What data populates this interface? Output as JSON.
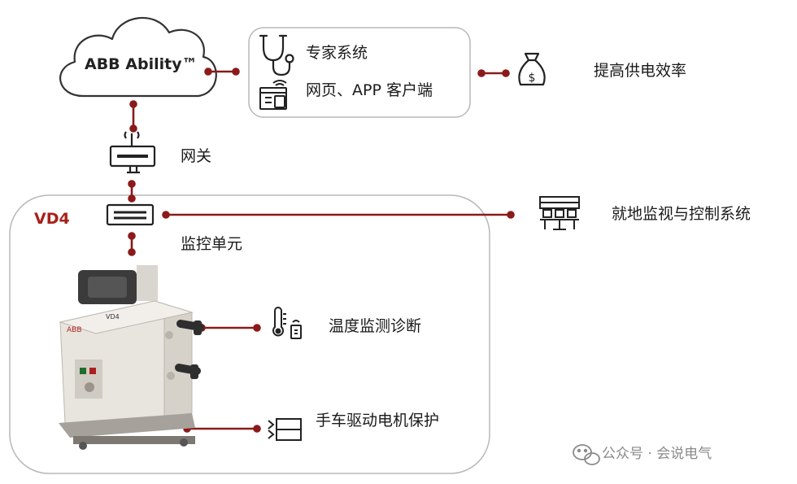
{
  "cloud": {
    "label": "ABB Ability™"
  },
  "services": [
    {
      "label": "专家系统",
      "icon": "stethoscope-icon"
    },
    {
      "label": "网页、APP 客户端",
      "icon": "web-app-client-icon"
    }
  ],
  "efficiency": {
    "label": "提高供电效率",
    "icon": "money-bag-icon"
  },
  "gateway": {
    "label": "网关",
    "icon": "router-icon"
  },
  "vd4": {
    "label": "VD4"
  },
  "monitor_unit": {
    "label": "监控单元",
    "icon": "control-unit-icon"
  },
  "local_system": {
    "label": "就地监视与控制系统",
    "icon": "local-monitoring-icon"
  },
  "temperature": {
    "label": "温度监测诊断",
    "icon": "thermometer-icon"
  },
  "motor": {
    "label": "手车驱动电机保护",
    "icon": "motor-protection-icon"
  },
  "watermark": {
    "label": "公众号 · 会说电气",
    "icon": "wechat-icon"
  },
  "colors": {
    "connector": "#8b1a1a",
    "vd4_label": "#a8201a",
    "frame": "#b8b8b8"
  }
}
